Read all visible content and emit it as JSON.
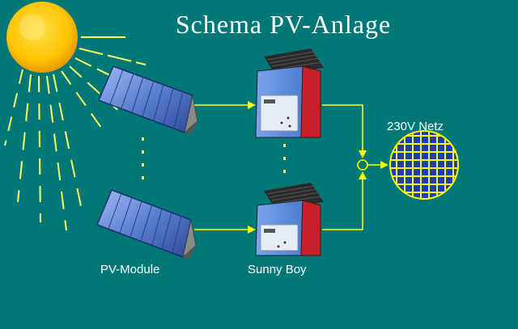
{
  "title": "Schema PV-Anlage",
  "labels": {
    "pv_module": "PV-Module",
    "sunny_boy": "Sunny Boy",
    "grid": "230V Netz"
  },
  "colors": {
    "background": "#007878",
    "sun": "#ffd400",
    "rays": "#ffff66",
    "wires": "#ffff00",
    "panel": "#5a7fd0",
    "inverter_body": "#5f8fd8",
    "inverter_side": "#c8202a"
  }
}
